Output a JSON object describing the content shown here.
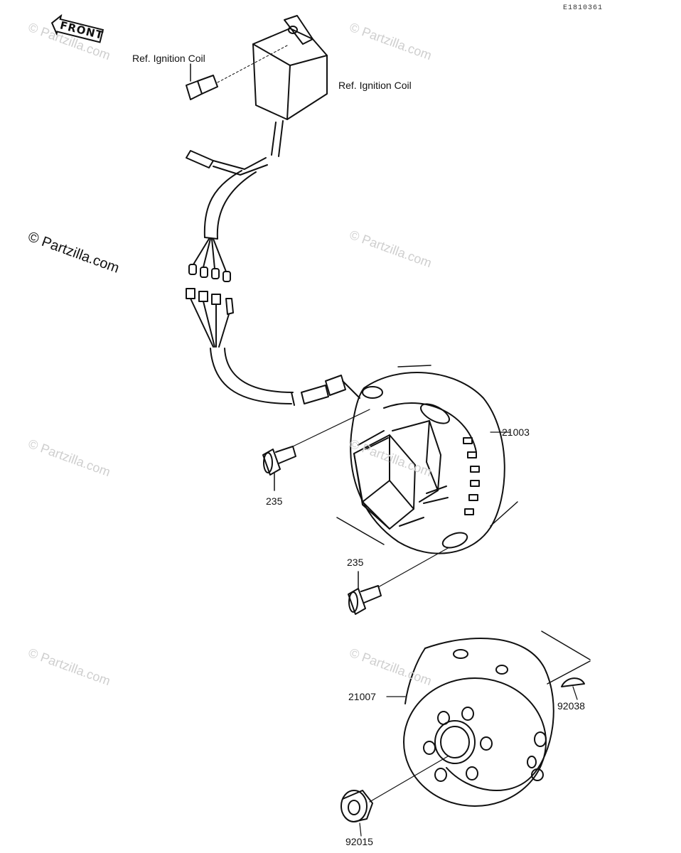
{
  "diagram_code": "E1810361",
  "front_label": "FRONT",
  "watermark": "© Partzilla.com",
  "labels": {
    "ref_ignition_coil_left": "Ref. Ignition Coil",
    "ref_ignition_coil_right": "Ref. Ignition Coil",
    "stator_part": "21003",
    "screw_upper": "235",
    "screw_lower": "235",
    "flywheel_part": "21007",
    "key_part": "92038",
    "nut_part": "92015"
  },
  "colors": {
    "line": "#111111",
    "watermark": "#cfcfcf"
  }
}
